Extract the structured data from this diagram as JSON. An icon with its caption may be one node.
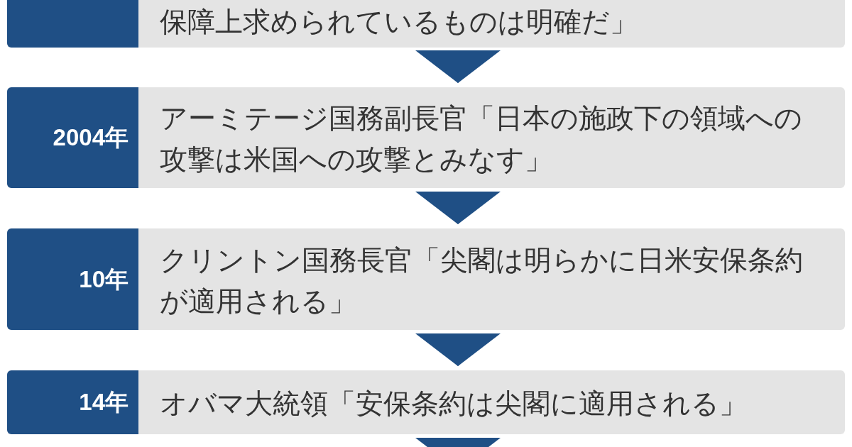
{
  "diagram": {
    "nodes": [
      {
        "text": [
          "保障上求められているものは明確だ」"
        ]
      },
      {
        "text": [
          "2004年",
          "アーミテージ国務副長官「日本の施政下の領域への攻撃は米国への攻撃とみなす」"
        ]
      },
      {
        "text": [
          "10年",
          "クリントン国務長官「尖閣は明らかに日米安保条約が適用される」"
        ]
      },
      {
        "text": [
          "14年",
          "オバマ大統領「安保条約は尖閣に適用される」"
        ]
      }
    ],
    "edges": [
      {
        "from": 0,
        "to": 1,
        "arrow": "to"
      },
      {
        "from": 1,
        "to": 2,
        "arrow": "to"
      },
      {
        "from": 2,
        "to": 3,
        "arrow": "to"
      },
      {
        "from": 3,
        "to": null,
        "arrow": "to"
      }
    ]
  }
}
